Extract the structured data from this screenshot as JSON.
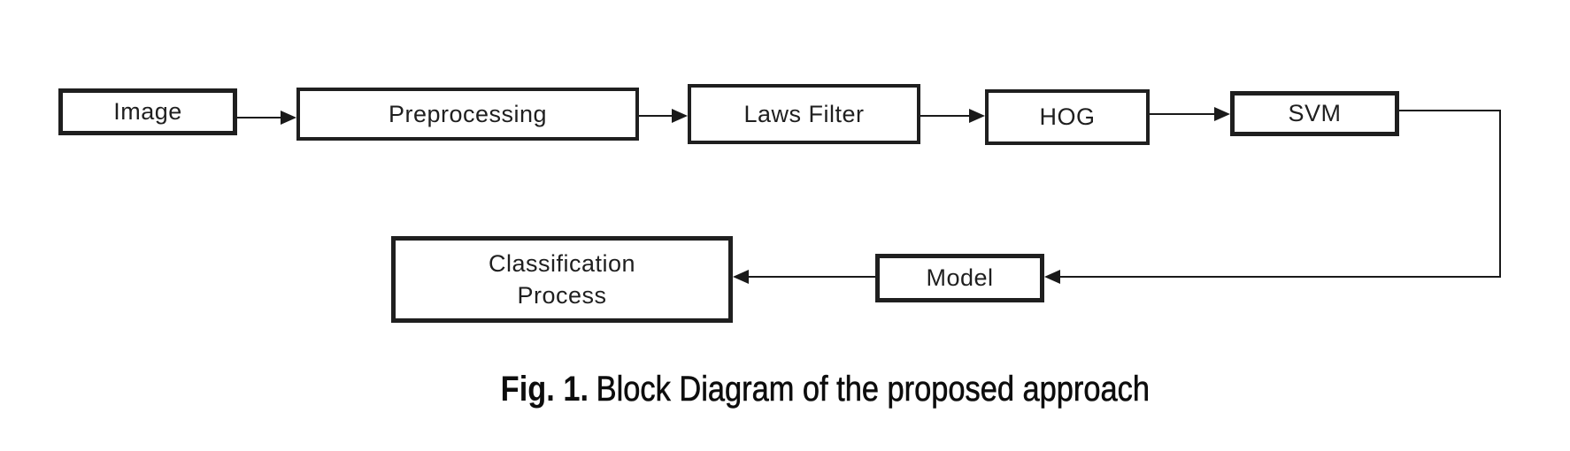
{
  "figure": {
    "caption": {
      "label": "Fig. 1.",
      "text": "Block Diagram of the proposed approach"
    },
    "colors": {
      "ink": "#1f1f1f",
      "line": "#1a1a1a",
      "background": "#ffffff"
    },
    "nodes": [
      {
        "id": "image",
        "label": "Image"
      },
      {
        "id": "preprocessing",
        "label": "Preprocessing"
      },
      {
        "id": "laws-filter",
        "label": "Laws Filter"
      },
      {
        "id": "hog",
        "label": "HOG"
      },
      {
        "id": "svm",
        "label": "SVM"
      },
      {
        "id": "model",
        "label": "Model"
      },
      {
        "id": "classification-process",
        "label": "Classification\nProcess"
      }
    ],
    "edges": [
      {
        "from": "Image",
        "to": "Preprocessing"
      },
      {
        "from": "Preprocessing",
        "to": "Laws Filter"
      },
      {
        "from": "Laws Filter",
        "to": "HOG"
      },
      {
        "from": "HOG",
        "to": "SVM"
      },
      {
        "from": "SVM",
        "to": "Model"
      },
      {
        "from": "Model",
        "to": "Classification Process"
      }
    ]
  }
}
